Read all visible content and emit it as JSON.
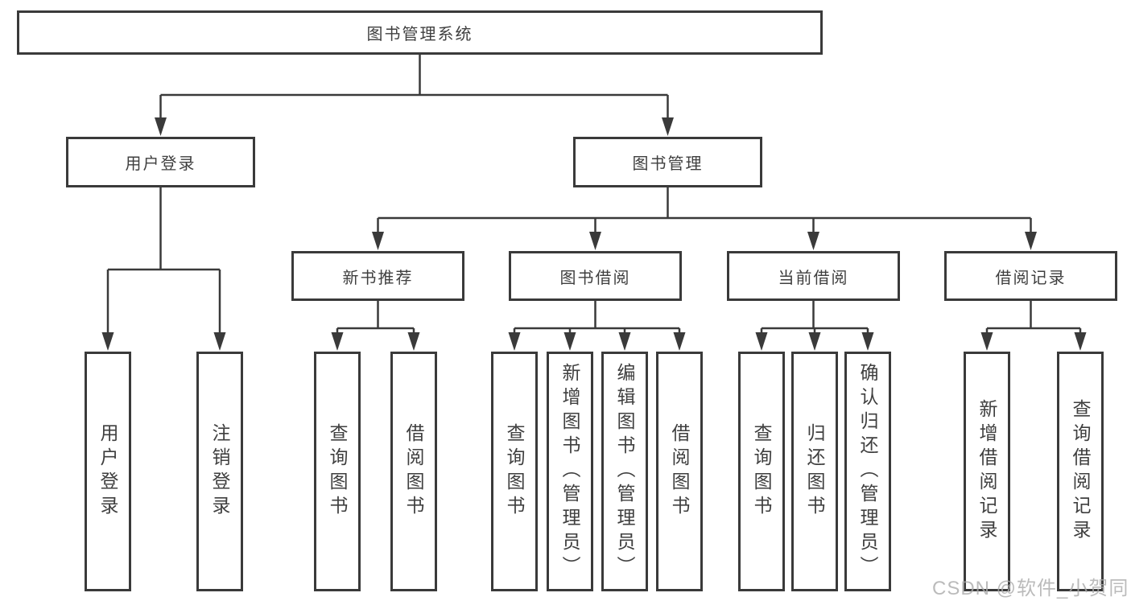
{
  "colors": {
    "line": "#3a3a3a",
    "text": "#3f3f3f",
    "watermark": "#ababab"
  },
  "tree": {
    "root": {
      "label": "图书管理系统"
    },
    "branches": [
      {
        "label": "用户登录",
        "children": [
          {
            "label": "用户登录"
          },
          {
            "label": "注销登录"
          }
        ]
      },
      {
        "label": "图书管理",
        "children": [
          {
            "label": "新书推荐",
            "children": [
              {
                "label": "查询图书"
              },
              {
                "label": "借阅图书"
              }
            ]
          },
          {
            "label": "图书借阅",
            "children": [
              {
                "label": "查询图书"
              },
              {
                "label": "新增图书（管理员）"
              },
              {
                "label": "编辑图书（管理员）"
              },
              {
                "label": "借阅图书"
              }
            ]
          },
          {
            "label": "当前借阅",
            "children": [
              {
                "label": "查询图书"
              },
              {
                "label": "归还图书"
              },
              {
                "label": "确认归还（管理员）"
              }
            ]
          },
          {
            "label": "借阅记录",
            "children": [
              {
                "label": "新增借阅记录"
              },
              {
                "label": "查询借阅记录"
              }
            ]
          }
        ]
      }
    ]
  },
  "watermark": {
    "text": "CSDN @软件_小贺同学"
  }
}
